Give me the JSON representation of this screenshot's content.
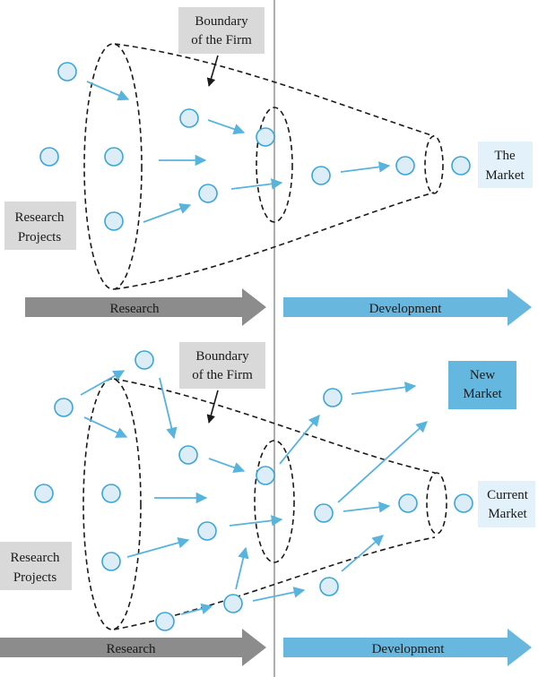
{
  "top_diagram": {
    "boundary_label": [
      "Boundary",
      "of the Firm"
    ],
    "projects_label": [
      "Research",
      "Projects"
    ],
    "market_label": [
      "The",
      "Market"
    ],
    "research_bar": "Research",
    "development_bar": "Development"
  },
  "bottom_diagram": {
    "boundary_label": [
      "Boundary",
      "of the Firm"
    ],
    "projects_label": [
      "Research",
      "Projects"
    ],
    "new_market_label": [
      "New",
      "Market"
    ],
    "current_market_label": [
      "Current",
      "Market"
    ],
    "research_bar": "Research",
    "development_bar": "Development"
  },
  "colors": {
    "label_box": "#d9d9d9",
    "market_box": "#e2f1fa",
    "new_market_box": "#64b8e0",
    "research_arrow": "#8c8c8c",
    "development_arrow": "#67b7df",
    "project_fill": "#dcedf7",
    "project_stroke": "#3aa6d6",
    "flow_arrow": "#58b3dd"
  }
}
